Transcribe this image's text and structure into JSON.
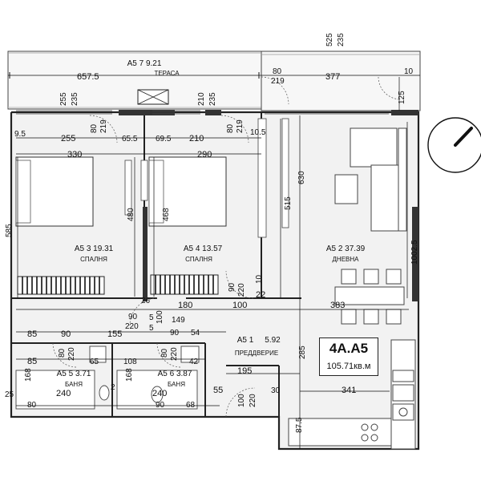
{
  "unit": {
    "code": "4А.А5",
    "area": "105.71кв.м"
  },
  "rooms": {
    "terrace": {
      "id": "А5 7 9.21",
      "name": "ТЕРАСА"
    },
    "bedroom1": {
      "id": "А5 3 19.31",
      "name": "СПАЛНЯ"
    },
    "bedroom2": {
      "id": "А5 4 13.57",
      "name": "СПАЛНЯ"
    },
    "living": {
      "id": "А5 2 37.39",
      "name": "ДНЕВНА"
    },
    "hall": {
      "id": "А5 1",
      "area": "5.92",
      "name": "ПРЕДДВЕРИЕ"
    },
    "bath1": {
      "id": "А5 5 3.71",
      "name": "БАНЯ"
    },
    "bath2": {
      "id": "А5 6 3.87",
      "name": "БАНЯ"
    }
  },
  "dims": {
    "d525": "525",
    "d235top": "235",
    "d657": "657.5",
    "d80a": "80",
    "d219a": "219",
    "d377": "377",
    "d10a": "10",
    "d125": "125",
    "d255a": "255",
    "d235a": "235",
    "d210a": "210",
    "d235b": "235",
    "d9_5": "9.5",
    "d80b": "80",
    "d219b": "219",
    "d65_5": "65.5",
    "d69_5": "69.5",
    "d80c": "80",
    "d219c": "219",
    "d10_5": "10.5",
    "d255b": "255",
    "d210b": "210",
    "d330": "330",
    "d290": "290",
    "d630": "630",
    "d515": "515",
    "d585": "585",
    "d480": "480",
    "d468": "468",
    "d1002_5": "1002.5",
    "d90a": "90",
    "d220a": "220",
    "d10b": "10",
    "d26": "26",
    "d180": "180",
    "d100a": "100",
    "d22": "22",
    "d383": "383",
    "d90b": "90",
    "d220b": "220",
    "d100b": "100",
    "d5a": "5",
    "d149": "149",
    "d85a": "85",
    "d90c": "90",
    "d155": "155",
    "d5b": "5",
    "d90d": "90",
    "d54": "54",
    "d85b": "85",
    "d80d": "80",
    "d220c": "220",
    "d65": "65",
    "d108": "108",
    "d80e": "80",
    "d220d": "220",
    "d42": "42",
    "d168a": "168",
    "d168b": "168",
    "d195": "195",
    "d285": "285",
    "d25": "25",
    "d240a": "240",
    "d2": "2",
    "d240b": "240",
    "d55": "55",
    "d30": "30",
    "d341": "341",
    "d100c": "100",
    "d220e": "220",
    "d80f": "80",
    "d90e": "90",
    "d68": "68",
    "d87_5": "87.5"
  }
}
